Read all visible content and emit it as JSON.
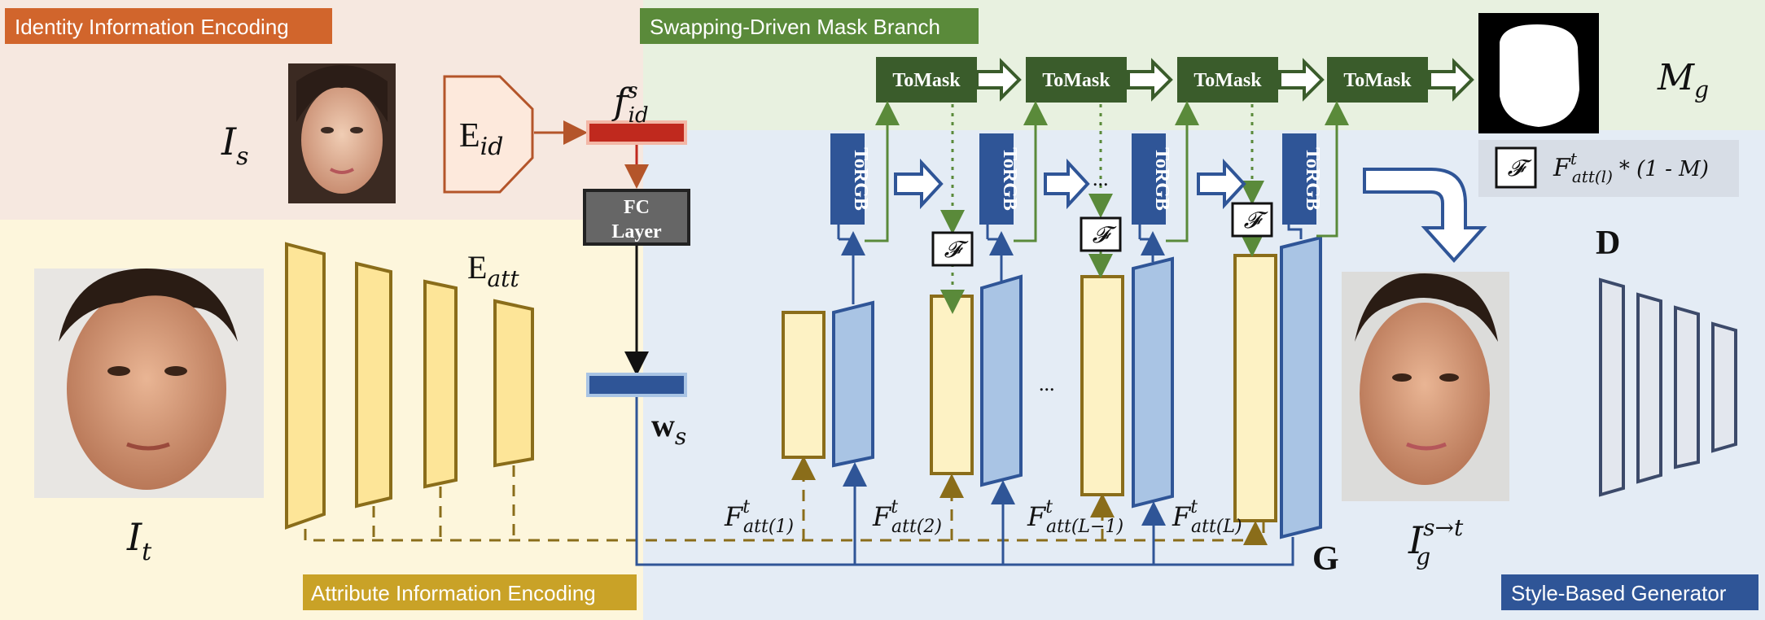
{
  "regions": {
    "identity_label": "Identity Information Encoding",
    "mask_branch_label": "Swapping-Driven Mask Branch",
    "attribute_label": "Attribute Information Encoding",
    "generator_label": "Style-Based Generator"
  },
  "colors": {
    "identity_bg": "#f6e8e0",
    "identity_tag": "#d1652c",
    "mask_bg": "#e8f1e0",
    "mask_tag": "#5a8a3a",
    "attribute_bg": "#fdf6dc",
    "attribute_tag": "#c9a227",
    "generator_bg": "#e4ecf5",
    "generator_tag": "#2f5597",
    "tomask_fill": "#3a5c2b",
    "torgb_fill": "#2f5597",
    "feature_fill": "#fdf2c4",
    "feature_stroke": "#8a6d1a",
    "gen_block_fill": "#a9c4e4",
    "gen_block_stroke": "#2f5597",
    "id_vector_fill": "#c0291e",
    "w_vector_fill": "#2f5597",
    "encoder_id_stroke": "#b4552a",
    "discriminator_fill": "#e3e7ee"
  },
  "labels": {
    "I_s": "I",
    "I_s_sub": "s",
    "I_t": "I",
    "I_t_sub": "t",
    "E_id": "E",
    "E_id_sub": "id",
    "E_att": "E",
    "E_att_sub": "att",
    "f_id": "f",
    "f_id_sup": "s",
    "f_id_sub": "id",
    "w_s": "w",
    "w_s_sub": "s",
    "fc_line1": "FC",
    "fc_line2": "Layer",
    "M_g": "M",
    "M_g_sub": "g",
    "G": "G",
    "D": "D",
    "output": "I",
    "output_sup": "s→t",
    "output_sub": "g",
    "tomask": "ToMask",
    "torgb": "ToRGB",
    "fuse_symbol": "𝓕",
    "ellipsis": "...",
    "fuse_legend_F": "F",
    "fuse_legend_sup": "t",
    "fuse_legend_sub": "att(l)",
    "fuse_legend_tail": "* (1 - M)",
    "F_att": "F",
    "F_att_sup": "t",
    "F_att_subs": [
      "att(1)",
      "att(2)",
      "att(L−1)",
      "att(L)"
    ]
  }
}
